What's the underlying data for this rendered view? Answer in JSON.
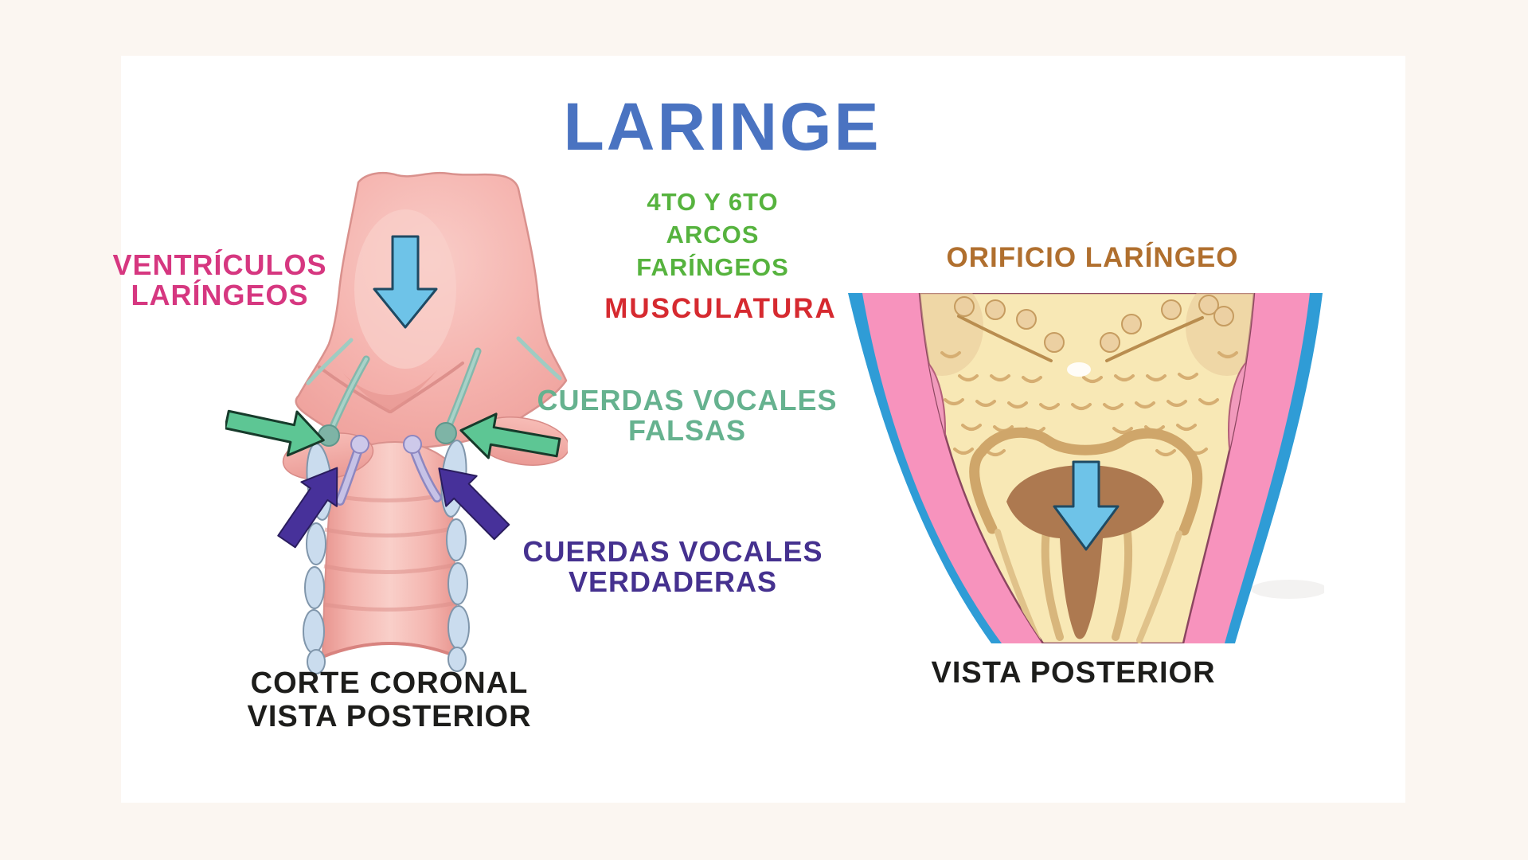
{
  "title": {
    "text": "LARINGE",
    "color": "#4a73c1"
  },
  "center_labels": {
    "arcos": {
      "line1": "4TO Y 6TO",
      "line2": "ARCOS",
      "line3": "FARÍNGEOS",
      "color": "#56b33e"
    },
    "musculatura": {
      "text": "MUSCULATURA",
      "color": "#d62a30"
    },
    "cuerdas_falsas": {
      "line1": "CUERDAS VOCALES",
      "line2": "FALSAS",
      "color": "#66b28f"
    },
    "cuerdas_verdaderas": {
      "line1": "CUERDAS VOCALES",
      "line2": "VERDADERAS",
      "color": "#45318f"
    }
  },
  "left_figure": {
    "label_ventriculos": {
      "line1": "VENTRÍCULOS",
      "line2": "LARÍNGEOS",
      "color": "#d63780"
    },
    "caption": {
      "line1": "CORTE CORONAL",
      "line2": "VISTA POSTERIOR",
      "color": "#1d1d1b"
    },
    "arrow_icons": [
      "blue-down-arrow",
      "green-arrow-left",
      "green-arrow-right",
      "purple-arrow-left",
      "purple-arrow-right"
    ]
  },
  "right_figure": {
    "label_orificio": {
      "text": "ORIFICIO LARÍNGEO",
      "color": "#b06f2e"
    },
    "caption": {
      "text": "VISTA POSTERIOR",
      "color": "#1d1d1b"
    },
    "arrow_icons": [
      "blue-down-arrow"
    ]
  },
  "palette": {
    "page_background": "#fbf6f1",
    "panel_background": "#ffffff",
    "flesh_pink": "#f5b3ae",
    "flesh_dark": "#e8958f",
    "cartilage_blue": "#cadcee",
    "teal_cord": "#7eb4a6",
    "lavender_cord": "#c6c2e6",
    "arrow_blue": "#6ec3e8",
    "arrow_green": "#5dc694",
    "arrow_purple": "#47319a",
    "right_border_blue": "#2f9cd6",
    "right_band_pink": "#f793bd",
    "right_tongue_cream": "#f8e8b5",
    "right_papilla_tan": "#cfa66a",
    "right_orifice_brown": "#ad7950",
    "right_tonsil_pink": "#f19abc"
  }
}
